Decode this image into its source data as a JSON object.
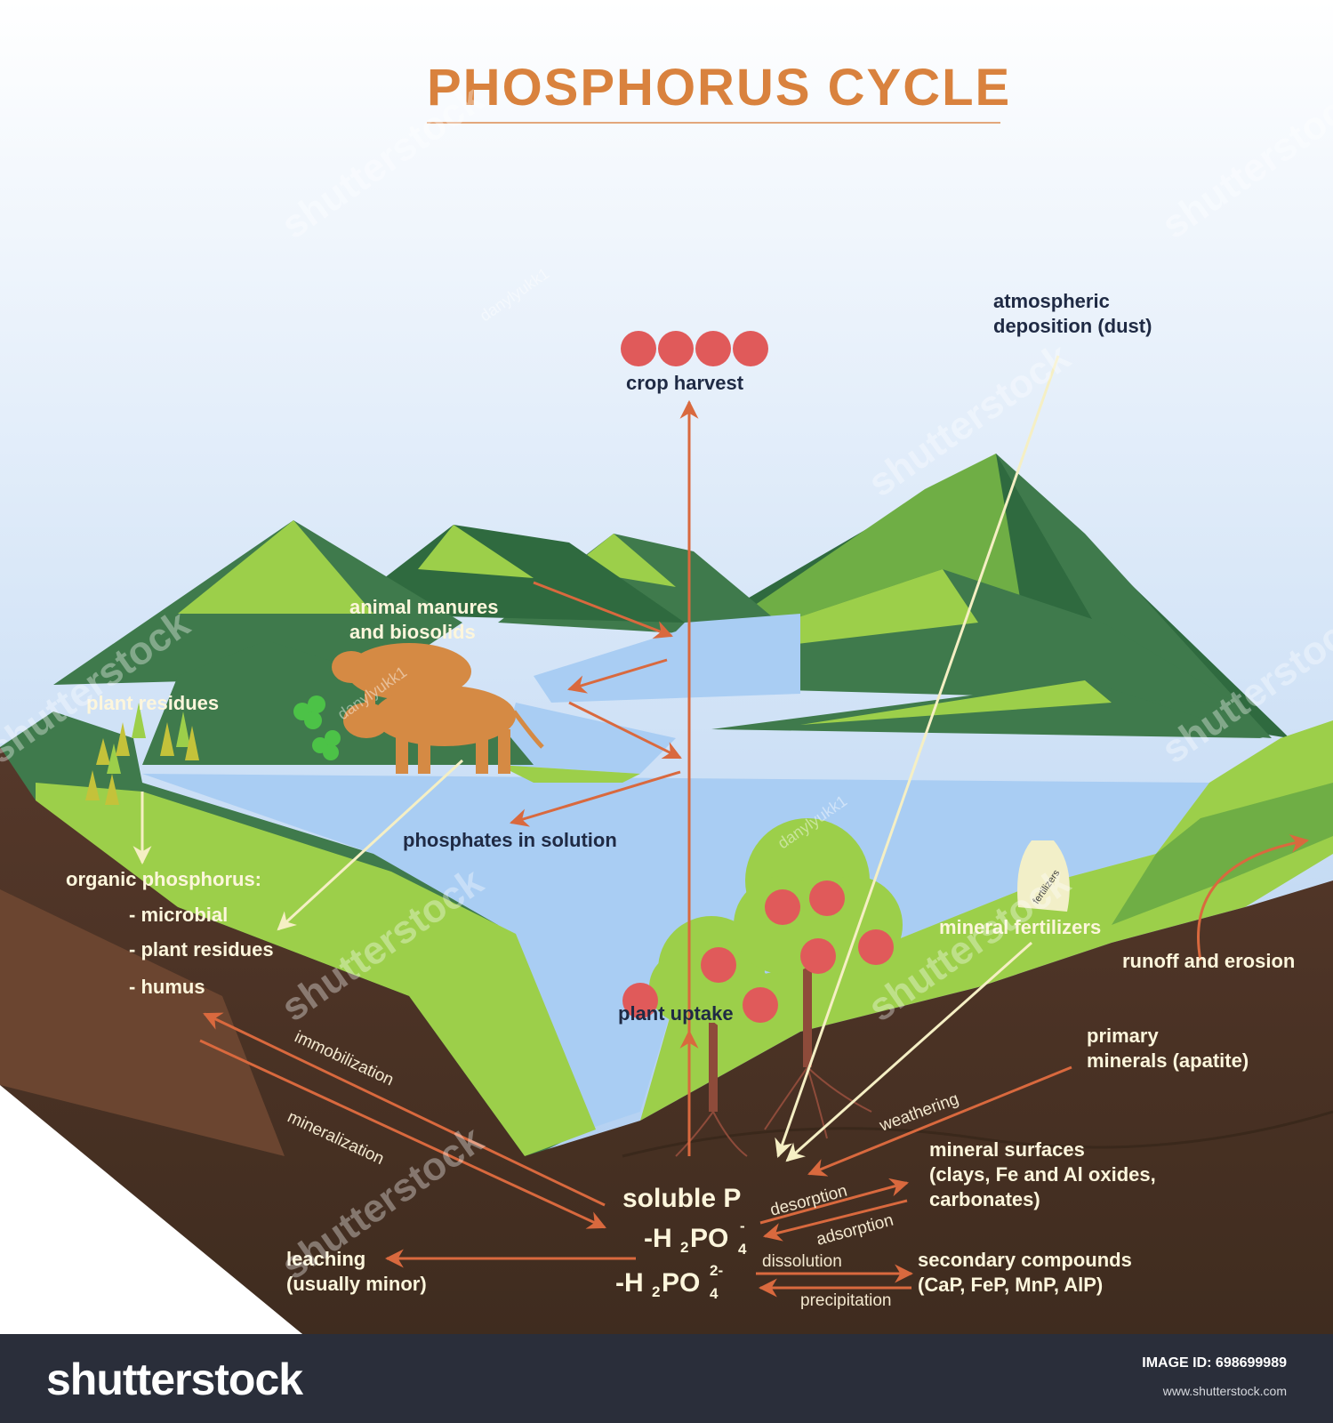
{
  "title": "PHOSPHORUS CYCLE",
  "labels": {
    "crop_harvest": "crop harvest",
    "atmospheric_1": "atmospheric",
    "atmospheric_2": "deposition (dust)",
    "animal_manures_1": "animal manures",
    "animal_manures_2": "and biosolids",
    "plant_residues": "plant residues",
    "phosphates_in_solution": "phosphates in solution",
    "organic_phosphorus": "organic phosphorus:",
    "organic_items": [
      "- microbial",
      "- plant residues",
      "- humus"
    ],
    "mineral_fertilizers": "mineral fertilizers",
    "fertilizer_bag": "fertilizers",
    "runoff_and_erosion": "runoff and erosion",
    "plant_uptake": "plant uptake",
    "primary_minerals_1": "primary",
    "primary_minerals_2": "minerals (apatite)",
    "weathering": "weathering",
    "mineral_surfaces": [
      "mineral surfaces",
      "(clays, Fe and Al oxides,",
      "carbonates)"
    ],
    "desorption": "desorption",
    "adsorption": "adsorption",
    "soluble_p": "soluble P",
    "h2po4_main": "-H",
    "h2po4_sub2": "2",
    "h2po4_po": "PO",
    "h2po4_sub4": "4",
    "h2po4_sup1": "-",
    "h2po4_sup2": "2-",
    "dissolution": "dissolution",
    "precipitation": "precipitation",
    "secondary_compounds": [
      "secondary compounds",
      "(CaP, FeP, MnP, AlP)"
    ],
    "leaching": [
      "leaching",
      "(usually minor)"
    ],
    "immobilization": "immobilization",
    "mineralization": "mineralization"
  },
  "watermark": {
    "brand": "shutterstock",
    "author": "danylyukk1"
  },
  "footer": {
    "brand": "shutterstock",
    "image_id_label": "IMAGE ID: 698699989",
    "site": "www.shutterstock.com"
  },
  "colors": {
    "title": "#d9823e",
    "arrow_orange": "#d9693e",
    "arrow_cream": "#f5efc4",
    "hill_dark": "#3f7a4c",
    "hill_light": "#9ccf4a",
    "water": "#a9cdf3",
    "soil": "#4a3322"
  }
}
